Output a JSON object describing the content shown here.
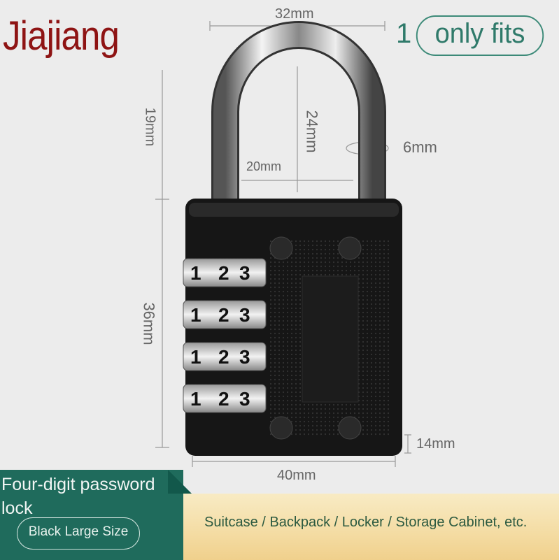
{
  "brand": "Jiajiang",
  "badge": {
    "number": "1",
    "text": "only fits"
  },
  "dimensions": {
    "shackle_width": "32mm",
    "shackle_clearance": "19mm",
    "shackle_height": "24mm",
    "shackle_inner_width": "20mm",
    "shackle_diameter": "6mm",
    "body_height": "36mm",
    "body_thickness": "14mm",
    "body_width": "40mm"
  },
  "dial_digits": [
    "1",
    "2",
    "3"
  ],
  "product": {
    "title": "Four-digit password lock",
    "variant": "Black Large Size"
  },
  "uses": "Suitcase / Backpack / Locker / Storage Cabinet, etc.",
  "colors": {
    "brand": "#8e1414",
    "accent": "#1f6b5c",
    "lock_body": "#161616"
  }
}
